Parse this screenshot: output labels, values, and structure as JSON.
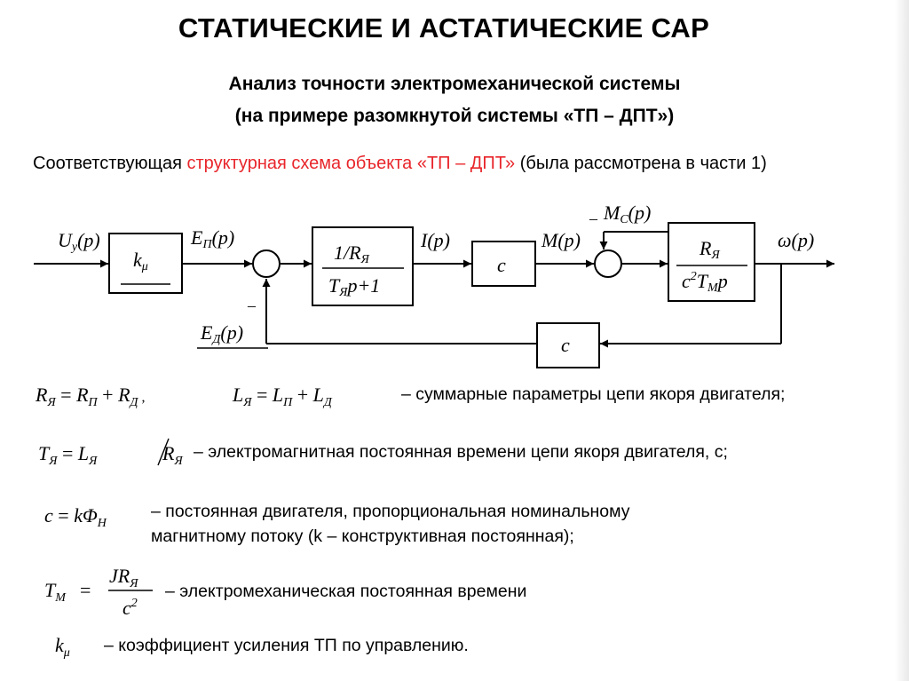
{
  "title": "СТАТИЧЕСКИЕ И АСТАТИЧЕСКИЕ САР",
  "subtitle": {
    "line1": "Анализ точности электромеханической системы",
    "line2": "(на примере разомкнутой системы «ТП – ДПТ»)"
  },
  "intro": {
    "before": "Соответствующая ",
    "highlight": "структурная схема объекта «ТП – ДПТ»",
    "after": " (была рассмотрена в части 1)",
    "highlight_color": "#e8262b"
  },
  "diagram": {
    "input_U": "U",
    "input_U_sub": "у",
    "input_U_arg": "(p)",
    "block_k": "k",
    "block_k_sub": "μ",
    "E_P": "E",
    "E_P_sub": "П",
    "E_P_arg": "(p)",
    "tf1_num": "1/R",
    "tf1_num_sub": "Я",
    "tf1_den_T": "T",
    "tf1_den_sub": "Я",
    "tf1_den_rest": "p+1",
    "I": "I(p)",
    "block_c": "c",
    "M": "M(p)",
    "MC": "M",
    "MC_sub": "C",
    "MC_arg": "(p)",
    "minus": "–",
    "tf2_num": "R",
    "tf2_num_sub": "Я",
    "tf2_den_c": "c",
    "tf2_den_exp": "2",
    "tf2_den_T": "T",
    "tf2_den_sub": "M",
    "tf2_den_p": "p",
    "omega": "ω(p)",
    "ED": "E",
    "ED_sub": "Д",
    "ED_arg": "(p)",
    "feedback_c": "c"
  },
  "formulas": {
    "f1_R": "R",
    "f1_R_sub": "Я",
    "f1_eq": " = ",
    "f1_RP": "R",
    "f1_RP_sub": "П",
    "f1_plus": " + ",
    "f1_RD": "R",
    "f1_RD_sub": "Д",
    "f1_comma": " ,",
    "f1_L": "L",
    "f1_L_sub": "Я",
    "f1_LP": "L",
    "f1_LP_sub": "П",
    "f1_LD": "L",
    "f1_LD_sub": "Д",
    "f2_T": "T",
    "f2_T_sub": "Я",
    "f2_L": "L",
    "f2_L_sub": "Я",
    "f2_R": "R",
    "f2_R_sub": "Я",
    "f3_c": "c",
    "f3_k": "k",
    "f3_Phi": "Φ",
    "f3_Phi_sub": "Н",
    "f4_T": "T",
    "f4_T_sub": "M",
    "f4_num": "JR",
    "f4_num_sub": "Я",
    "f4_den": "c",
    "f4_den_exp": "2",
    "f5_k": "k",
    "f5_k_sub": "μ"
  },
  "descriptions": {
    "d1": "– суммарные параметры цепи якоря двигателя;",
    "d2": "– электромагнитная постоянная времени цепи якоря двигателя, с;",
    "d3_line1": "– постоянная двигателя, пропорциональная номинальному",
    "d3_line2": "магнитному потоку (k – конструктивная постоянная);",
    "d4": "– электромеханическая постоянная времени",
    "d5": "– коэффициент усиления ТП по управлению."
  }
}
